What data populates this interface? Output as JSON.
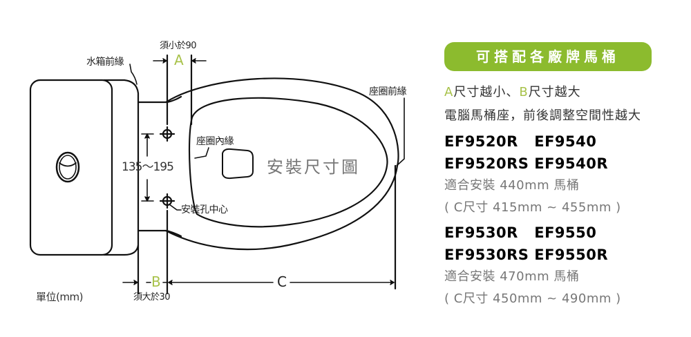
{
  "diagram": {
    "title": "安裝尺寸圖",
    "labels": {
      "tank_front_edge": "水箱前緣",
      "must_be_less_than_90": "須小於90",
      "dim_a": "A",
      "seat_front_edge": "座圈前緣",
      "seat_inner_edge": "座圈內緣",
      "hole_spacing": "135～195",
      "mounting_hole_center": "安裝孔中心",
      "dim_b": "B",
      "must_be_greater_than_30": "須大於30",
      "dim_c": "C",
      "unit": "單位(mm)"
    },
    "colors": {
      "line": "#111111",
      "dim_letter_green": "#a8c24a",
      "title_gray": "#777777"
    }
  },
  "panel": {
    "badge": "可搭配各廠牌馬桶",
    "badge_color": "#8cbb2e",
    "note_line1": {
      "a": "A",
      "a_text": "尺寸越小、",
      "b": "B",
      "b_text": "尺寸越大"
    },
    "note_line2": "電腦馬桶座，前後調整空間性越大",
    "groups": [
      {
        "models_row1": "EF9520R   EF9540",
        "models_row2": "EF9520RS EF9540R",
        "fit": "適合安裝 440mm 馬桶",
        "c_range": "( C尺寸 415mm ~ 455mm )"
      },
      {
        "models_row1": "EF9530R   EF9550",
        "models_row2": "EF9530RS EF9550R",
        "fit": "適合安裝 470mm 馬桶",
        "c_range": "( C尺寸 450mm ~ 490mm )"
      }
    ]
  }
}
